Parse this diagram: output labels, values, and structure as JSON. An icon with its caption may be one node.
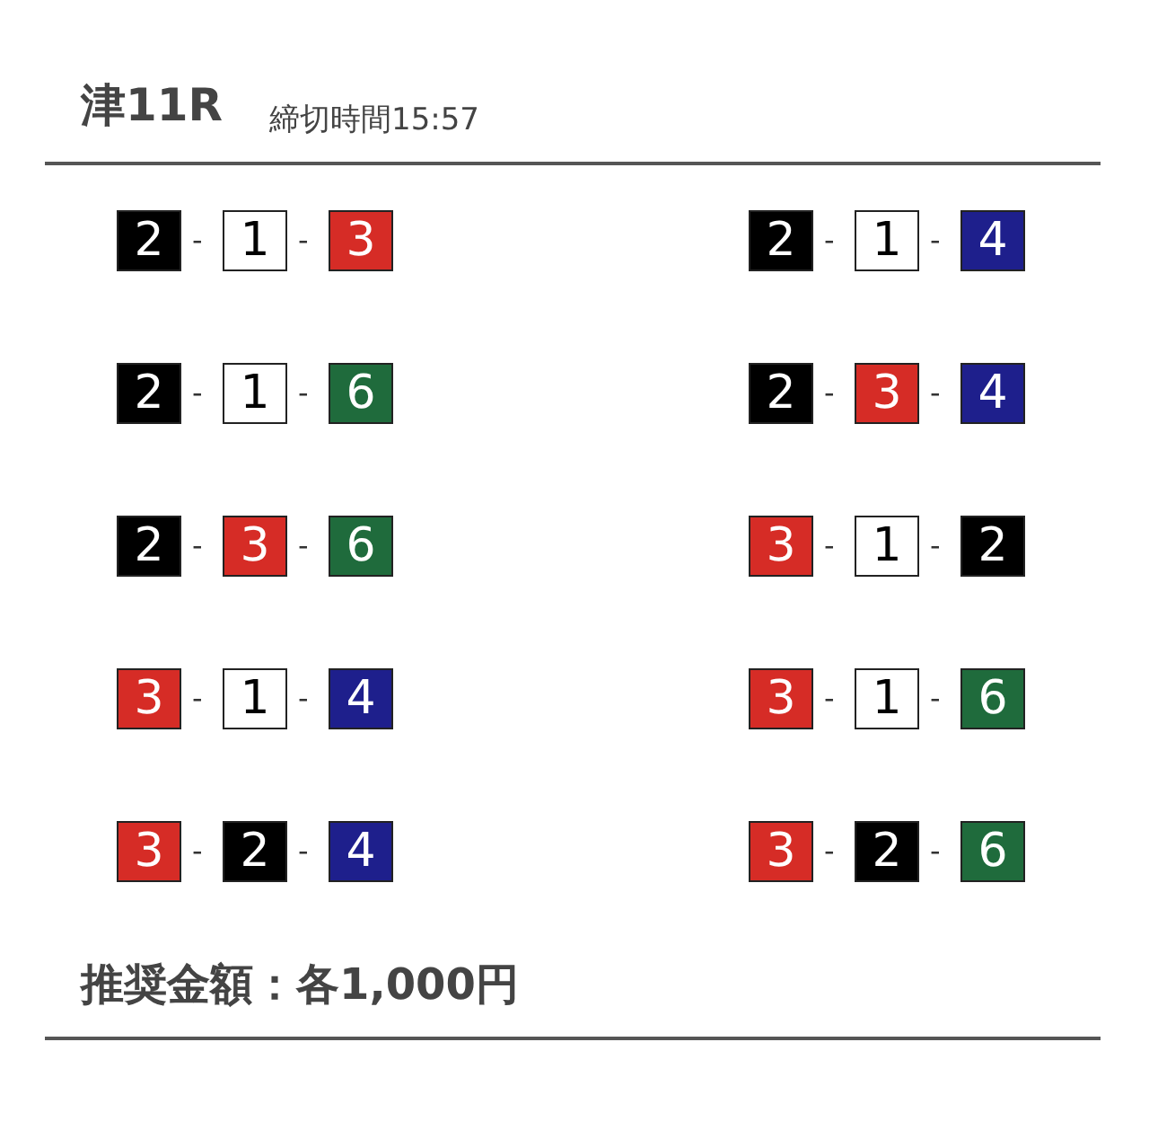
{
  "diagram": {
    "title": "津11R",
    "caption": "推奨金額：各1,000円",
    "nodes": [
      {
        "text": [
          "2"
        ]
      },
      {
        "text": [
          "1"
        ]
      },
      {
        "text": [
          "3"
        ]
      },
      {
        "text": [
          "2"
        ]
      },
      {
        "text": [
          "1"
        ]
      },
      {
        "text": [
          "4"
        ]
      },
      {
        "text": [
          "2"
        ]
      },
      {
        "text": [
          "1"
        ]
      },
      {
        "text": [
          "6"
        ]
      },
      {
        "text": [
          "2"
        ]
      },
      {
        "text": [
          "3"
        ]
      },
      {
        "text": [
          "4"
        ]
      },
      {
        "text": [
          "2"
        ]
      },
      {
        "text": [
          "3"
        ]
      },
      {
        "text": [
          "6"
        ]
      },
      {
        "text": [
          "3"
        ]
      },
      {
        "text": [
          "1"
        ]
      },
      {
        "text": [
          "2"
        ]
      },
      {
        "text": [
          "3"
        ]
      },
      {
        "text": [
          "1"
        ]
      },
      {
        "text": [
          "4"
        ]
      },
      {
        "text": [
          "3"
        ]
      },
      {
        "text": [
          "1"
        ]
      },
      {
        "text": [
          "6"
        ]
      },
      {
        "text": [
          "3"
        ]
      },
      {
        "text": [
          "2"
        ]
      },
      {
        "text": [
          "4"
        ]
      },
      {
        "text": [
          "3"
        ]
      },
      {
        "text": [
          "2"
        ]
      },
      {
        "text": [
          "6"
        ]
      }
    ],
    "labels": [
      "締切時間15:57",
      "-",
      "-",
      "-",
      "-",
      "-",
      "-",
      "-",
      "-",
      "-",
      "-",
      "-",
      "-",
      "-",
      "-",
      "-",
      "-",
      "-",
      "-",
      "-",
      "-"
    ]
  }
}
